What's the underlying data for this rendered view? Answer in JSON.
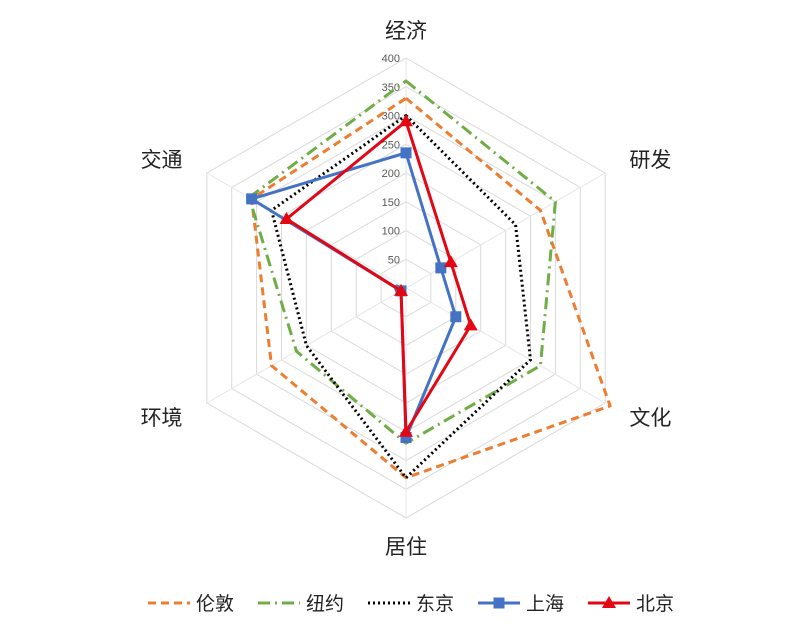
{
  "chart_data": {
    "type": "radar",
    "axes": [
      "经济",
      "研发",
      "文化",
      "居住",
      "环境",
      "交通"
    ],
    "rlim": [
      0,
      400
    ],
    "ticks": [
      0,
      50,
      100,
      150,
      200,
      250,
      300,
      350,
      400
    ],
    "tick_labels": [
      "0",
      "50",
      "100",
      "150",
      "200",
      "250",
      "300",
      "350",
      "400"
    ],
    "grid": true,
    "legend_position": "bottom",
    "series": [
      {
        "name": "伦敦",
        "values": [
          330,
          270,
          410,
          330,
          270,
          310
        ],
        "color": "#ED7D31",
        "dash": "dashed",
        "marker": "none"
      },
      {
        "name": "纽约",
        "values": [
          360,
          300,
          270,
          270,
          220,
          315
        ],
        "color": "#70AD47",
        "dash": "dashdot",
        "marker": "none"
      },
      {
        "name": "东京",
        "values": [
          300,
          220,
          250,
          330,
          200,
          270
        ],
        "color": "#000000",
        "dash": "dotted",
        "marker": "none"
      },
      {
        "name": "上海",
        "values": [
          235,
          70,
          100,
          260,
          10,
          310
        ],
        "color": "#4472C4",
        "dash": "solid",
        "marker": "square"
      },
      {
        "name": "北京",
        "values": [
          290,
          90,
          130,
          250,
          10,
          240
        ],
        "color": "#E30613",
        "dash": "solid",
        "marker": "triangle"
      }
    ]
  }
}
